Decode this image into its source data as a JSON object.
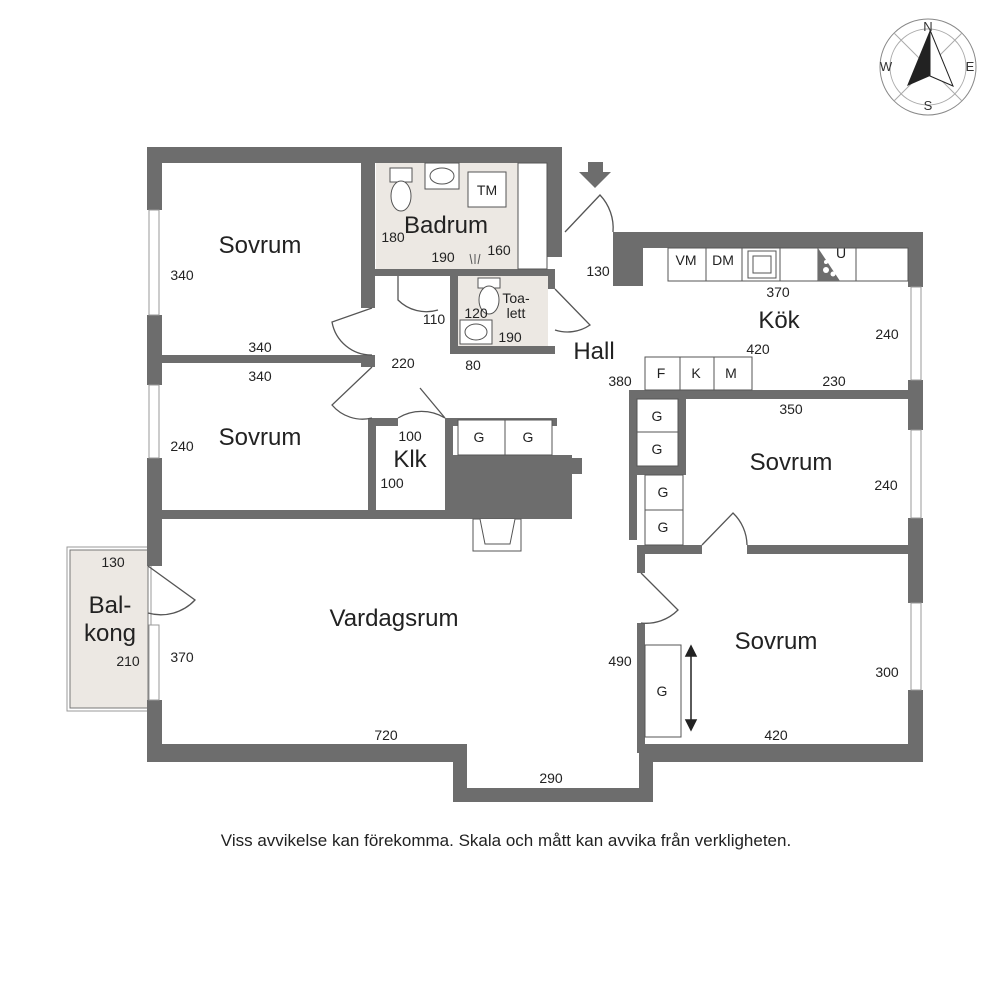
{
  "colors": {
    "wall": "#6d6d6d",
    "wet_floor": "#ece8e3",
    "balcony_floor": "#ece8e3",
    "line": "#555555",
    "text": "#222222"
  },
  "rooms": {
    "sovrum_1": "Sovrum",
    "sovrum_2": "Sovrum",
    "sovrum_3": "Sovrum",
    "sovrum_4": "Sovrum",
    "badrum": "Badrum",
    "toalett_line1": "Toa-",
    "toalett_line2": "lett",
    "kok": "Kök",
    "hall": "Hall",
    "klk": "Klk",
    "vardagsrum": "Vardagsrum",
    "balkong_line1": "Bal-",
    "balkong_line2": "kong"
  },
  "dimensions": {
    "sovrum1_height": "340",
    "sovrum1_width": "340",
    "sovrum2_width": "340",
    "sovrum2_height": "240",
    "badrum_height": "180",
    "badrum_width": "190",
    "badrum_right": "160",
    "toalett_height": "120",
    "toalett_width": "190",
    "toalett_depth": "80",
    "hall_door_gap": "110",
    "hall_width": "220",
    "hall_entry": "130",
    "hall_height": "380",
    "kok_width": "370",
    "kok_height": "240",
    "kok_inner": "420",
    "kok_bottom": "230",
    "klk_width": "100",
    "klk_height": "100",
    "sovrum3_width": "350",
    "sovrum3_height": "240",
    "balkong_width": "130",
    "balkong_height": "210",
    "vardagsrum_height": "370",
    "vardagsrum_width": "720",
    "vardagsrum_bay": "290",
    "vardagsrum_side": "490",
    "sovrum4_height": "300",
    "sovrum4_width": "420"
  },
  "fixtures": {
    "tm": "TM",
    "vm": "VM",
    "dm": "DM",
    "u": "U",
    "f": "F",
    "k": "K",
    "m": "M",
    "garderob": "G"
  },
  "compass": {
    "n": "N",
    "e": "E",
    "s": "S",
    "w": "W",
    "icon": "compass-rose-icon"
  },
  "disclaimer": "Viss avvikelse kan förekomma. Skala och mått kan avvika från verkligheten."
}
